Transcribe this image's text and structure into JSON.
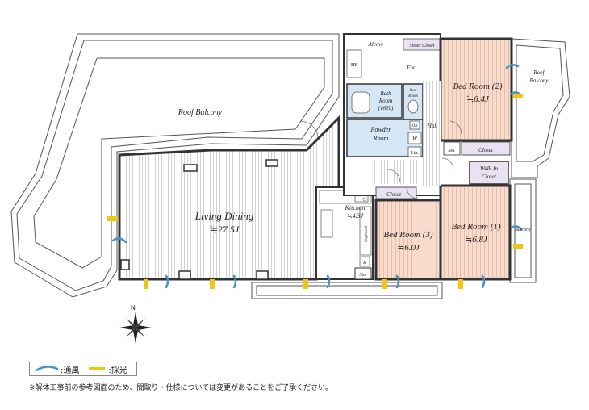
{
  "rooms": {
    "roof_balcony_main": "Roof Balcony",
    "roof_balcony_right": [
      "Roof",
      "Balcony"
    ],
    "living_dining": "Living Dining",
    "living_dining_size": "≒27.5J",
    "kitchen": "Kitchen",
    "kitchen_size": "≒4.3J",
    "bedroom1": "Bed Room (1)",
    "bedroom1_size": "≒6.8J",
    "bedroom2": "Bed Room (2)",
    "bedroom2_size": "≒6.4J",
    "bedroom3": "Bed Room (3)",
    "bedroom3_size": "≒6.0J",
    "bath": [
      "Bath",
      "Room",
      "(1620)"
    ],
    "rest": [
      "Rest",
      "Room"
    ],
    "powder": [
      "Powder",
      "Room"
    ],
    "alcove": "Alcove",
    "mb": "MB",
    "shoes_closet": "Shoes Closet",
    "ent": "Ent.",
    "hall": "Hall",
    "closet_bed2": "Closet",
    "sto_bed2": "Sto.",
    "walk_in_closet": [
      "Walk-In",
      "Closet"
    ],
    "closet_bed3": "Closet",
    "cupboard": "Cupboard",
    "r": "R",
    "sto_bottom": "Sto.",
    "balcony_right": "Balcony",
    "w": "W",
    "lin": "Lin.",
    "on": "ON"
  },
  "compass": "N",
  "legend": {
    "wind_label": ":通風",
    "light_label": ":採光"
  },
  "footnote": "※解体工事前の参考図面のため、間取り・仕様については変更があることをご了承ください。",
  "colors": {
    "bedroom_fill": "#f7dccd",
    "wet_fill": "#d5e6f5",
    "closet_fill": "#e8e2f2",
    "wind": "#4a90c8",
    "light": "#f0c419",
    "wall": "#333333"
  }
}
